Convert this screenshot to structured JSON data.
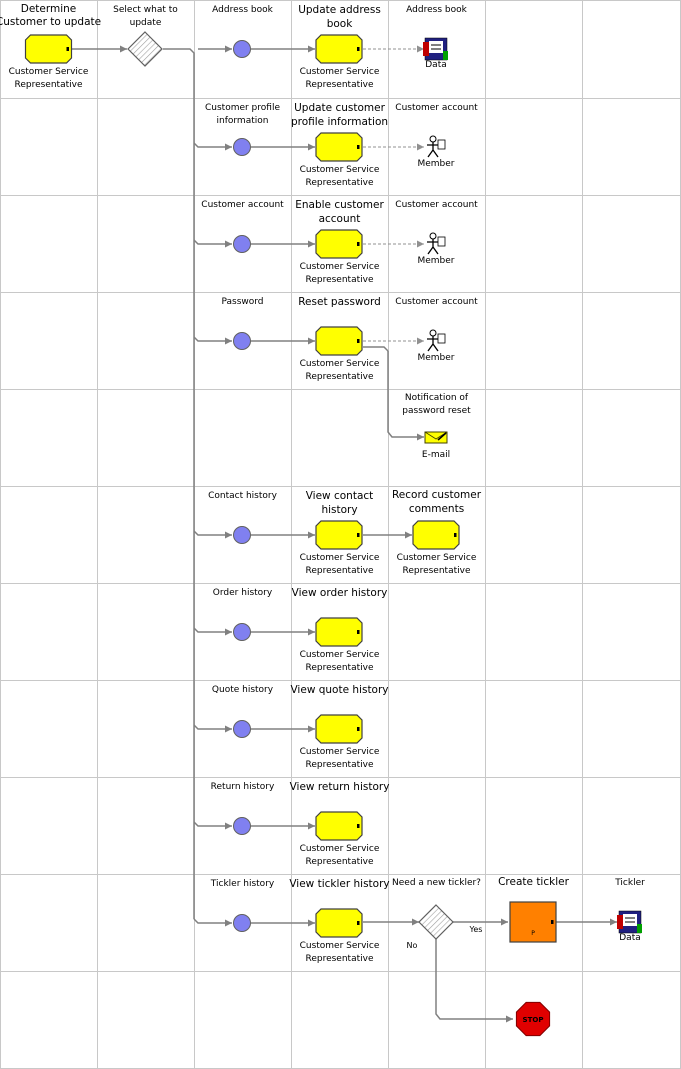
{
  "labels": {
    "determine": [
      "Determine",
      "Customer to update"
    ],
    "select": [
      "Select what to",
      "update"
    ],
    "csr": [
      "Customer Service",
      "Representative"
    ],
    "rows": [
      {
        "key": "address",
        "branch": [
          "Address book"
        ],
        "task": [
          "Update address",
          "book"
        ],
        "res_label": [
          "Address book"
        ],
        "res_caption": "Data",
        "res_type": "data"
      },
      {
        "key": "profile",
        "branch": [
          "Customer profile",
          "information"
        ],
        "task": [
          "Update customer",
          "profile information"
        ],
        "res_label": [
          "Customer account"
        ],
        "res_caption": "Member",
        "res_type": "member"
      },
      {
        "key": "account",
        "branch": [
          "Customer account"
        ],
        "task": [
          "Enable customer",
          "account"
        ],
        "res_label": [
          "Customer account"
        ],
        "res_caption": "Member",
        "res_type": "member"
      },
      {
        "key": "password",
        "branch": [
          "Password"
        ],
        "task": [
          "Reset password"
        ],
        "res_label": [
          "Customer account"
        ],
        "res_caption": "Member",
        "res_type": "member"
      },
      {
        "key": "contact",
        "branch": [
          "Contact history"
        ],
        "task": [
          "View contact",
          "history"
        ]
      },
      {
        "key": "order",
        "branch": [
          "Order history"
        ],
        "task": [
          "View order history"
        ]
      },
      {
        "key": "quote",
        "branch": [
          "Quote history"
        ],
        "task": [
          "View quote history"
        ]
      },
      {
        "key": "return",
        "branch": [
          "Return history"
        ],
        "task": [
          "View return history"
        ]
      },
      {
        "key": "tickler",
        "branch": [
          "Tickler history"
        ],
        "task": [
          "View tickler history"
        ]
      }
    ],
    "notification": [
      "Notification of",
      "password reset"
    ],
    "email": "E-mail",
    "record": [
      "Record customer",
      "comments"
    ],
    "need_tickler": "Need a new tickler?",
    "create_tickler": "Create tickler",
    "tickler": "Tickler",
    "tickler_caption": "Data",
    "yes": "Yes",
    "no": "No",
    "stop": "STOP",
    "create_marker": "P"
  },
  "colors": {
    "task_fill": "#ffff00",
    "create_fill": "#ff8000",
    "event_fill": "#8080f0",
    "stop_fill": "#e00000",
    "flow": "#808080",
    "grid": "#c8c8c8"
  }
}
